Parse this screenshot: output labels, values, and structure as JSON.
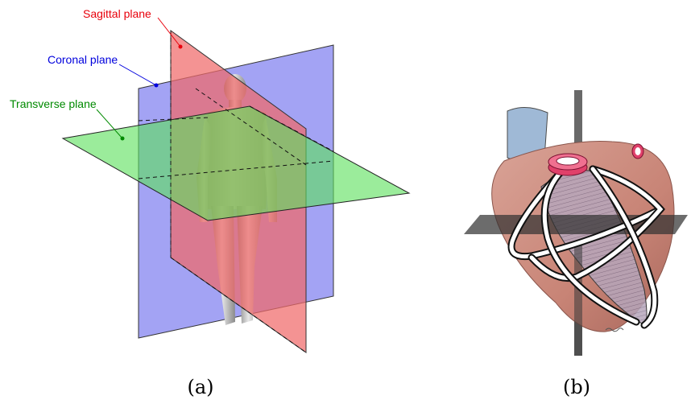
{
  "panel_a": {
    "labels": {
      "sagittal": "Sagittal plane",
      "coronal": "Coronal plane",
      "transverse": "Transverse plane"
    },
    "caption": "(a)"
  },
  "panel_b": {
    "caption": "(b)"
  },
  "colors": {
    "sagittal": "#e8000b",
    "coronal": "#0000dd",
    "transverse": "#008a00",
    "sagittal_fill": "#f06a6a",
    "coronal_fill": "#8080f0",
    "transverse_fill": "#5ee05e",
    "heart": "#cf8d80",
    "aorta": "#9fb9d6"
  }
}
